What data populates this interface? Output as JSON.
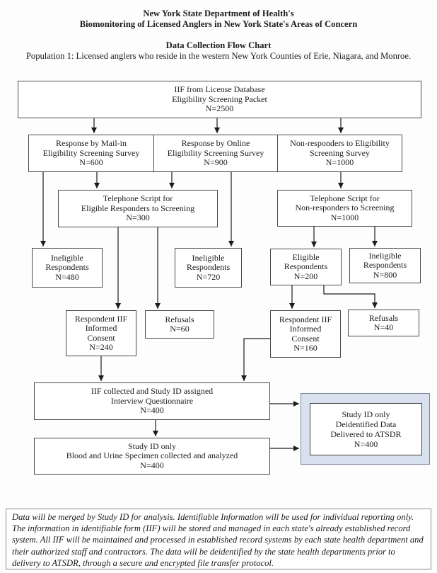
{
  "header": {
    "org": "New York State Department of Health's",
    "study": "Biomonitoring of Licensed Anglers in New York State's Areas of Concern",
    "chart_title": "Data Collection Flow Chart",
    "population": "Population 1: Licensed anglers who reside in the western New York Counties of Erie, Niagara, and Monroe."
  },
  "nodes": {
    "iif_packet": {
      "lines": [
        "IIF from License Database",
        "Eligibility Screening Packet",
        "N=2500"
      ]
    },
    "mail_in": {
      "lines": [
        "Response by Mail-in",
        "Eligibility Screening Survey",
        "N=600"
      ]
    },
    "online": {
      "lines": [
        "Response by Online",
        "Eligibility Screening Survey",
        "N=900"
      ]
    },
    "non_responders": {
      "lines": [
        "Non-responders to Eligibility",
        "Screening Survey",
        "N=1000"
      ]
    },
    "phone_eligible": {
      "lines": [
        "Telephone Script for",
        "Eligible Responders to Screening",
        "N=300"
      ]
    },
    "phone_nonresp": {
      "lines": [
        "Telephone Script for",
        "Non-responders to Screening",
        "N=1000"
      ]
    },
    "ineligible_480": {
      "lines": [
        "Ineligible",
        "Respondents",
        "N=480"
      ]
    },
    "ineligible_720": {
      "lines": [
        "Ineligible",
        "Respondents",
        "N=720"
      ]
    },
    "eligible_200": {
      "lines": [
        "Eligible",
        "Respondents",
        "N=200"
      ]
    },
    "ineligible_800": {
      "lines": [
        "Ineligible",
        "Respondents",
        "N=800"
      ]
    },
    "consent_240": {
      "lines": [
        "Respondent IIF",
        "Informed",
        "Consent",
        "N=240"
      ]
    },
    "refusals_60": {
      "lines": [
        "Refusals",
        "N=60"
      ]
    },
    "consent_160": {
      "lines": [
        "Respondent IIF",
        "Informed",
        "Consent",
        "N=160"
      ]
    },
    "refusals_40": {
      "lines": [
        "Refusals",
        "N=40"
      ]
    },
    "iif_collected": {
      "lines": [
        "IIF collected and Study ID assigned",
        "Interview Questionnaire",
        "N=400"
      ]
    },
    "specimen": {
      "lines": [
        "Study ID only",
        "Blood and Urine Specimen collected and analyzed",
        "N=400"
      ]
    },
    "atsdr": {
      "lines": [
        "Study ID only",
        "Deidentified Data",
        "Delivered to ATSDR",
        "N=400"
      ]
    }
  },
  "footnote": "Data will be merged by Study ID for analysis.  Identifiable Information will be used for individual reporting only. The information in identifiable form (IIF) will be stored and managed in each state's already established record system. All IIF will be maintained and processed in established record systems by each state health department and their authorized staff and contractors. The data will be deidentified by the state health departments prior to delivery to ATSDR, through a secure and encrypted file transfer protocol.",
  "colors": {
    "ink": "#1c1c1c",
    "box_border": "#4a4a4a",
    "atsdr_fill": "#d9e1ee",
    "atsdr_border": "#7b8699"
  }
}
